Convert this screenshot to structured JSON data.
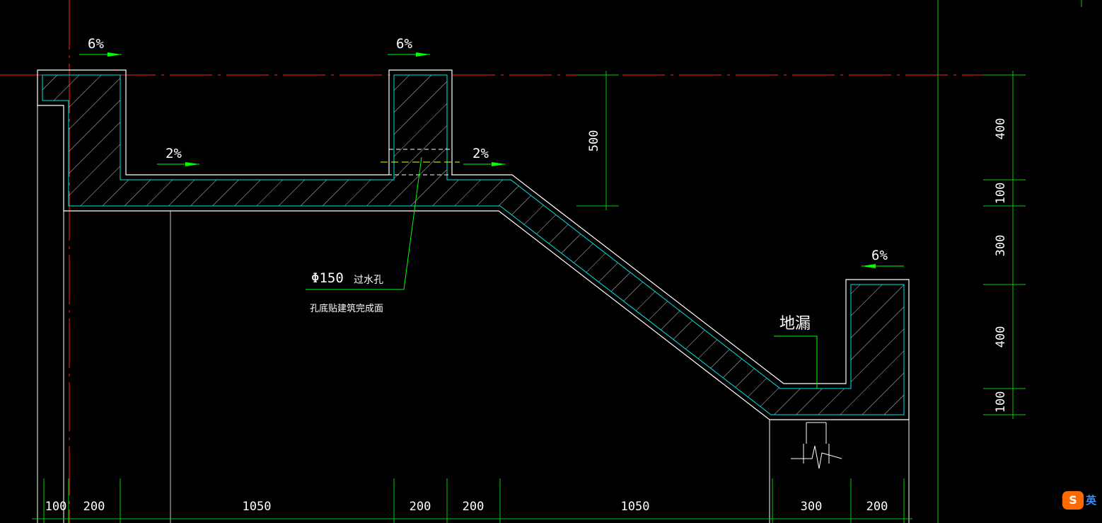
{
  "drawing": {
    "slope_labels": {
      "top_left": "6%",
      "top_mid": "6%",
      "floor_left": "2%",
      "floor_right": "2%",
      "right_curb": "6%"
    },
    "vertical_dims": {
      "right_400_top": "400",
      "right_100_top": "100",
      "right_300": "300",
      "right_400_bottom": "400",
      "right_100_bottom": "100",
      "mid_500": "500"
    },
    "bottom_dims": [
      "100",
      "200",
      "1050",
      "200",
      "200",
      "1050",
      "300",
      "200"
    ],
    "callouts": {
      "hole_label": "Φ150",
      "hole_name": "过水孔",
      "hole_note": "孔底贴建筑完成面",
      "drain_label": "地漏"
    }
  },
  "ime": {
    "logo": "S",
    "mode": "英"
  },
  "colors": {
    "background": "#000000",
    "outline": "#ffffff",
    "inner_line": "#00e5e5",
    "dimension": "#00cc00",
    "axis_red": "#ff2020",
    "leader": "#00ff00",
    "dashed_yellow": "#ffff00"
  }
}
